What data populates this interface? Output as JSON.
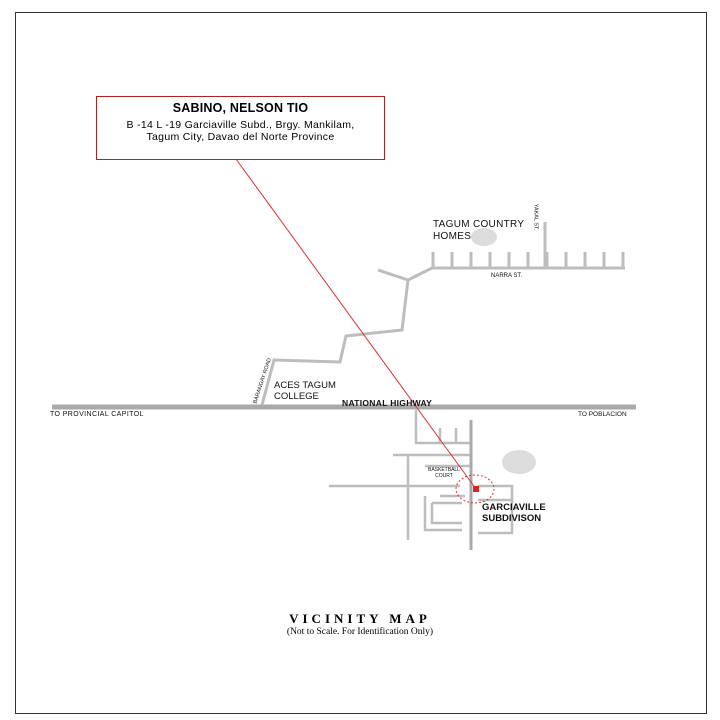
{
  "owner": {
    "name": "SABINO, NELSON TIO",
    "address": "B -14 L -19 Garciaville Subd., Brgy. Mankilam, Tagum City, Davao del Norte Province"
  },
  "labels": {
    "tagum_country_homes_1": "TAGUM COUNTRY",
    "tagum_country_homes_2": "HOMES",
    "yakal_st": "YAKAL ST.",
    "narra_st": "NARRA ST.",
    "barangay_road": "BARANGAY ROAD",
    "aces_tagum_1": "ACES TAGUM",
    "aces_tagum_2": "COLLEGE",
    "national_highway": "NATIONAL HIGHWAY",
    "to_provincial_capitol": "TO PROVINCIAL CAPITOL",
    "to_poblacion": "TO POBLACION",
    "basketball_1": "BASKETBALL",
    "basketball_2": "COURT",
    "garciaville_1": "GARCIAVILLE",
    "garciaville_2": "SUBDIVISON"
  },
  "map_title": "VICINITY MAP",
  "map_subtitle": "(Not to Scale. For Identification Only)",
  "colors": {
    "road": "#bdbdbd",
    "highway": "#a9a9a9",
    "pointer": "#e03030",
    "marker": "#e02020",
    "landmark": "#dcdcdc"
  }
}
